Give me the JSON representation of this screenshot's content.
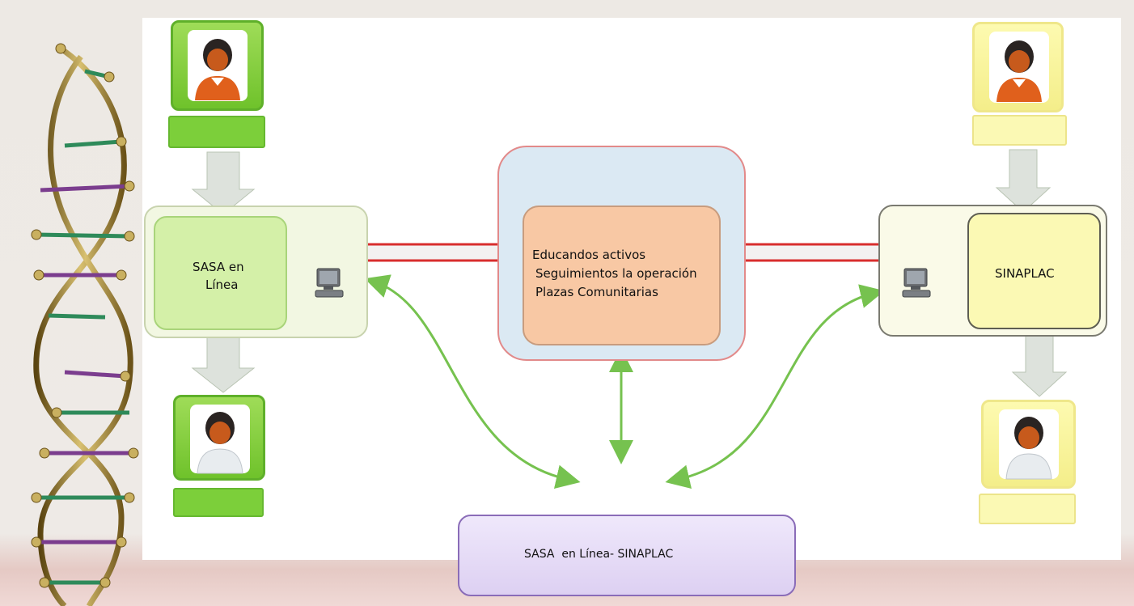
{
  "nodes": {
    "sasa": {
      "line1": "SASA en",
      "line2": "Línea"
    },
    "center": {
      "line1": "Educandos activos",
      "line2": "Seguimientos la operación",
      "line3": "Plazas Comunitarias"
    },
    "sinaplac": {
      "label": "SINAPLAC"
    },
    "bottom": {
      "label": "SASA  en Línea- SINAPLAC"
    }
  },
  "colors": {
    "green_light": "#d4f0a8",
    "green_dark": "#7cc63c",
    "yellow_light": "#fbf9b4",
    "yellow_frame": "#f4ee8a",
    "center_outer": "#dbe9f3",
    "center_inner": "#f8c8a4",
    "arrow_red": "#d82e2e",
    "arrow_green": "#76c24f",
    "bottom_box": "#e6dcf6",
    "bottom_border": "#8a6cb8"
  },
  "icons": [
    "person-icon",
    "computer-icon",
    "dna-helix-icon"
  ]
}
